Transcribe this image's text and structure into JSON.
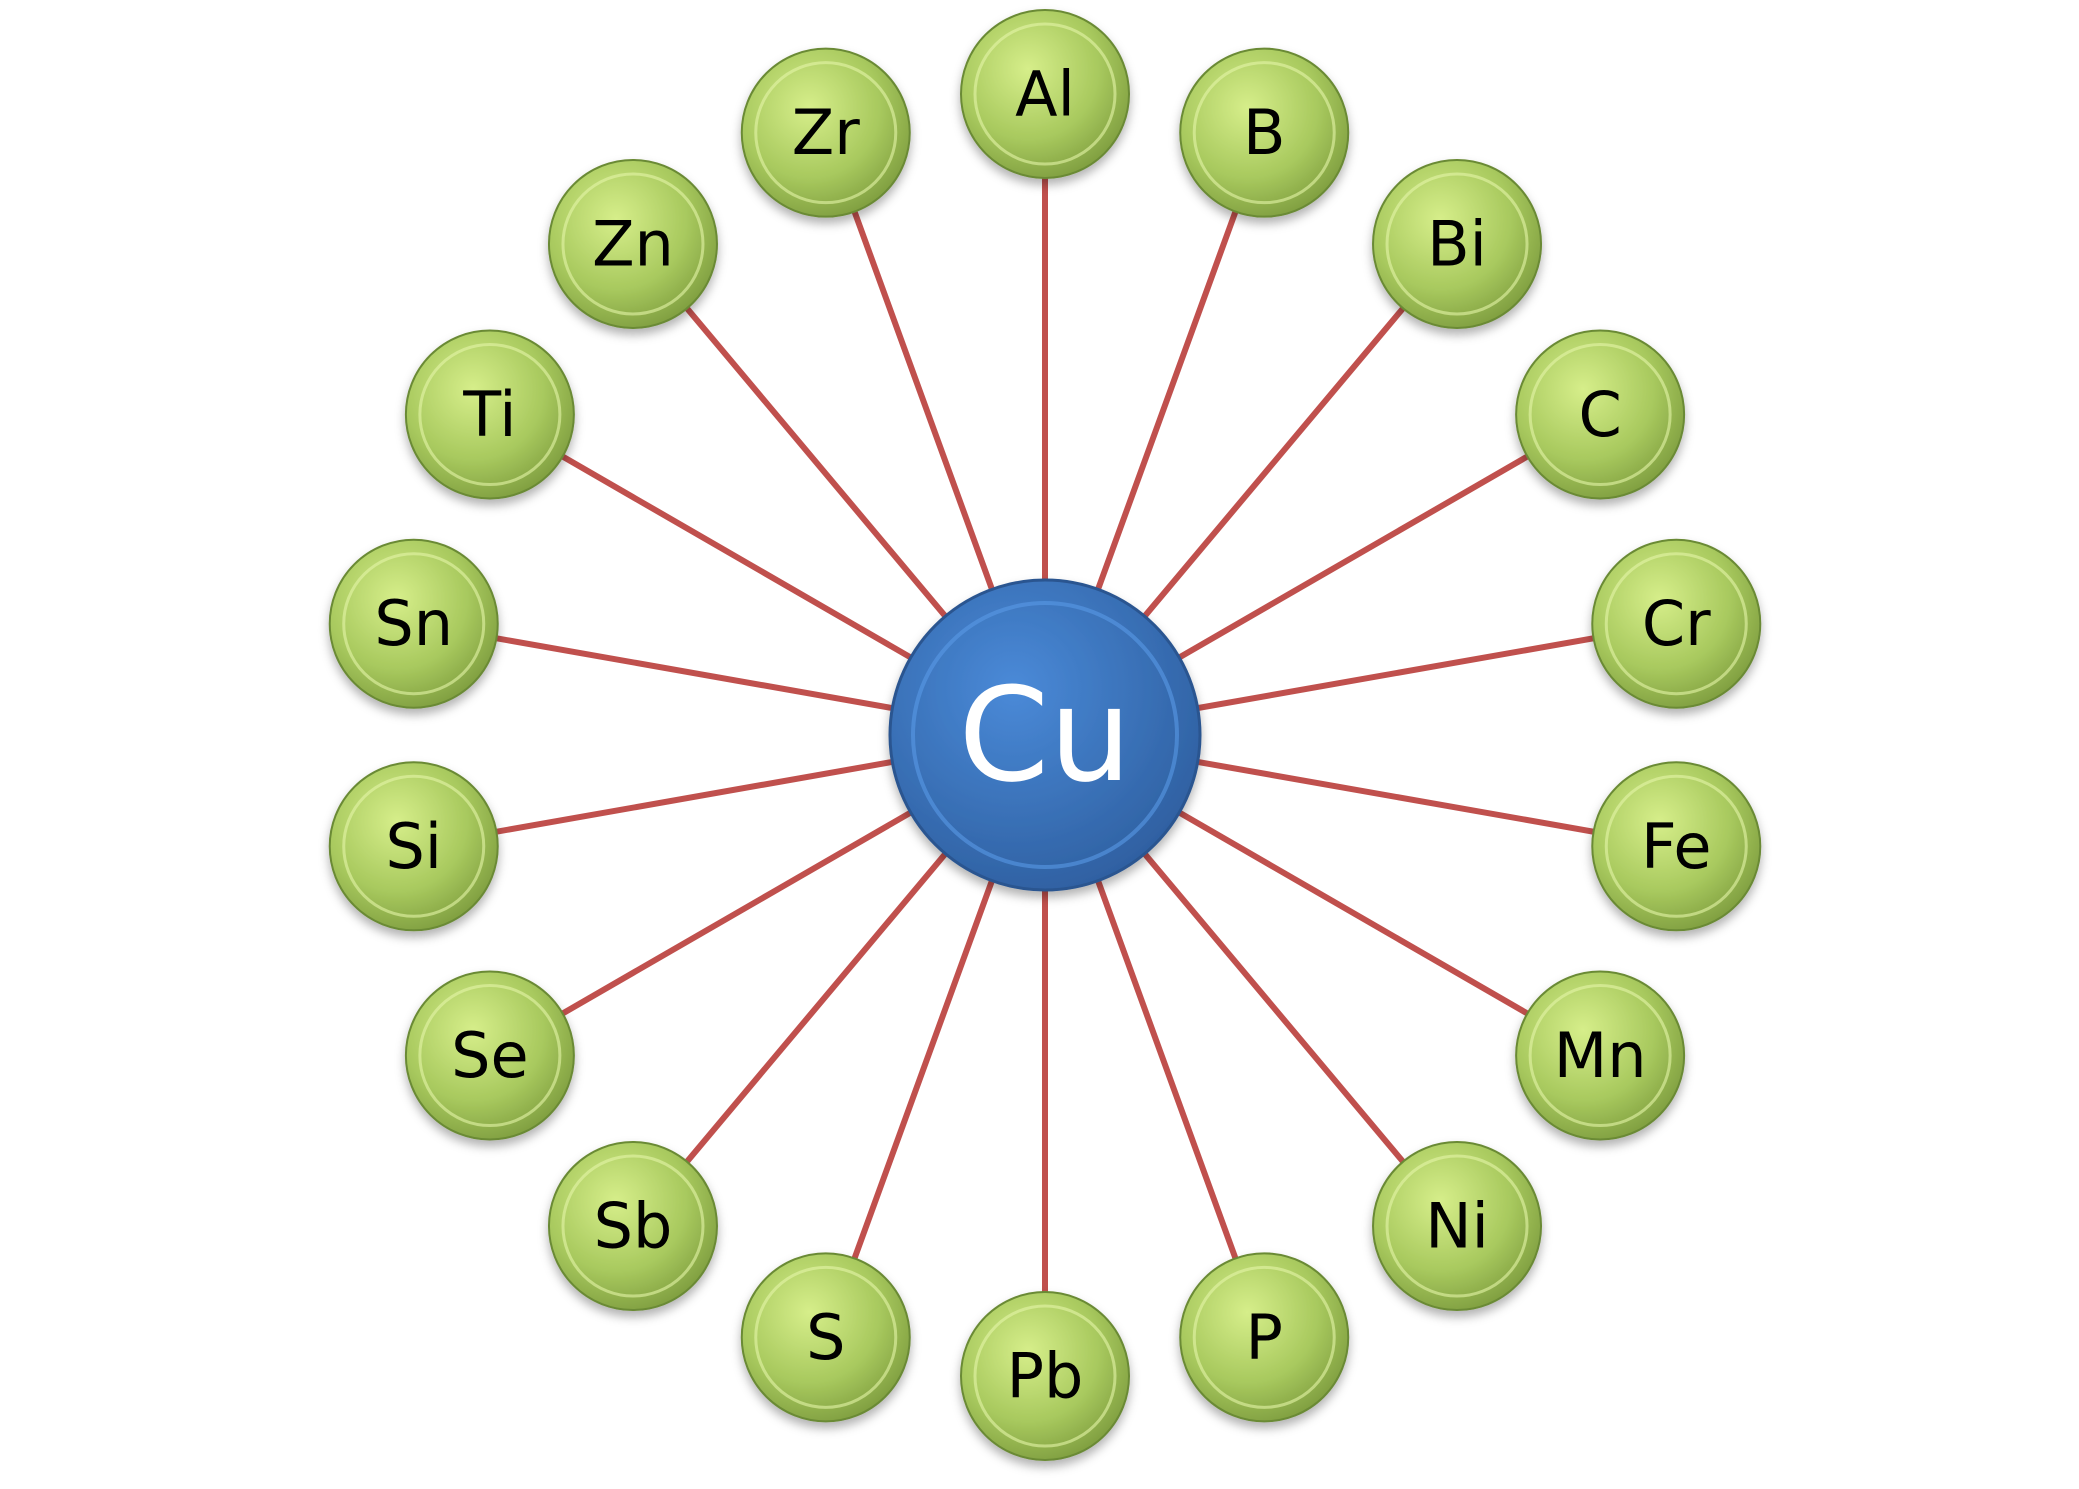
{
  "center": {
    "label": "Cu"
  },
  "nodes": [
    "Al",
    "B",
    "Bi",
    "C",
    "Cr",
    "Fe",
    "Mn",
    "Ni",
    "P",
    "Pb",
    "S",
    "Sb",
    "Se",
    "Si",
    "Sn",
    "Ti",
    "Zn",
    "Zr"
  ],
  "colors": {
    "connector": "#c0504d",
    "center_fill": "#3b78c4",
    "center_text": "#ffffff",
    "node_fill": "#9bbb59",
    "node_text": "#000000"
  }
}
